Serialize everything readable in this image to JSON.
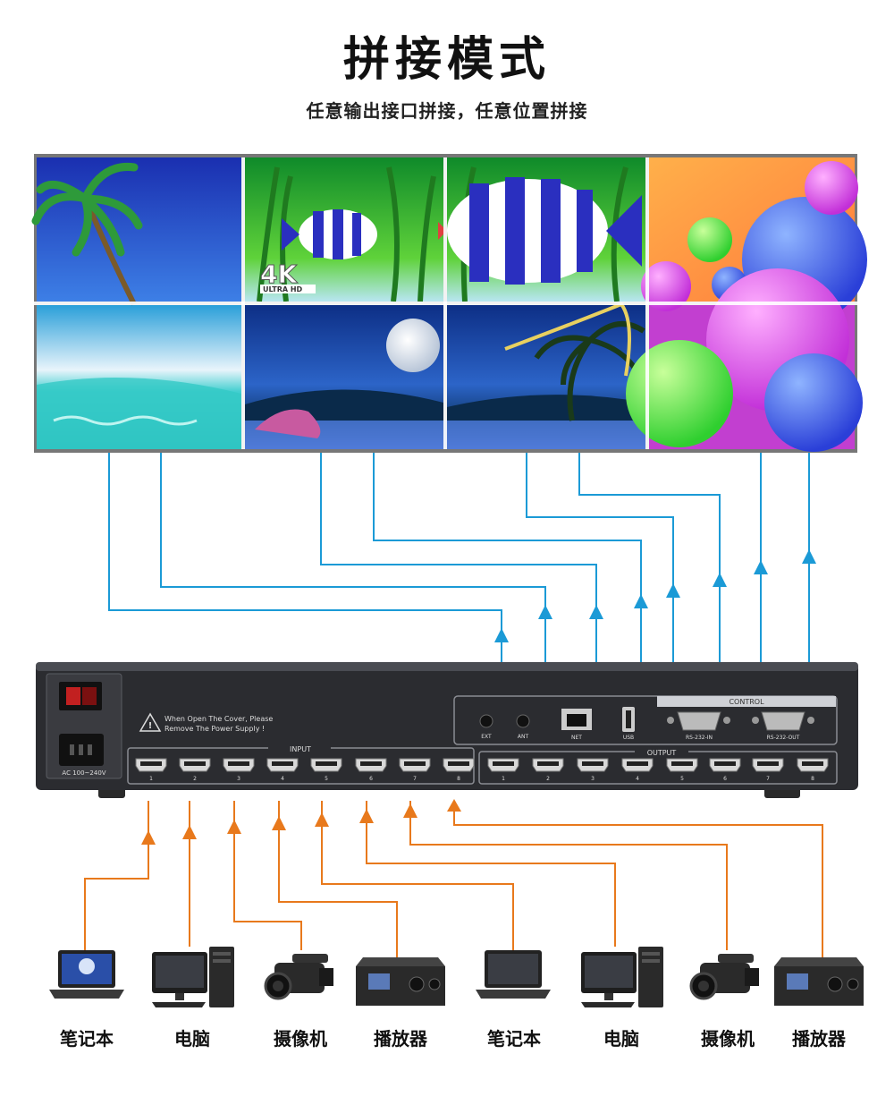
{
  "header": {
    "title": "拼接模式",
    "subtitle": "任意输出接口拼接，任意位置拼接"
  },
  "video_wall": {
    "badge_main": "4K",
    "badge_sub": "ULTRA HD"
  },
  "device": {
    "warning_line1": "When Open The Cover, Please",
    "warning_line2": "Remove The Power Supply !",
    "power_label": "AC 100~240V",
    "input_label": "INPUT",
    "output_label": "OUTPUT",
    "control_label": "CONTROL",
    "port_numbers": [
      "1",
      "2",
      "3",
      "4",
      "5",
      "6",
      "7",
      "8"
    ],
    "ext_label": "EXT",
    "ant_label": "ANT",
    "net_label": "NET",
    "usb_label": "USB",
    "rs232_in_label": "RS-232-IN",
    "rs232_out_label": "RS-232-OUT"
  },
  "colors": {
    "output_line": "#1b9ad6",
    "input_line": "#e8791c",
    "device_body": "#2b2c30",
    "wall_border": "#6b6b6b"
  },
  "sources": [
    {
      "label": "笔记本",
      "icon": "laptop-icon"
    },
    {
      "label": "电脑",
      "icon": "desktop-pc-icon"
    },
    {
      "label": "摄像机",
      "icon": "video-camera-icon"
    },
    {
      "label": "播放器",
      "icon": "media-player-icon"
    },
    {
      "label": "笔记本",
      "icon": "laptop-icon"
    },
    {
      "label": "电脑",
      "icon": "desktop-pc-icon"
    },
    {
      "label": "摄像机",
      "icon": "video-camera-icon"
    },
    {
      "label": "播放器",
      "icon": "media-player-icon"
    }
  ]
}
